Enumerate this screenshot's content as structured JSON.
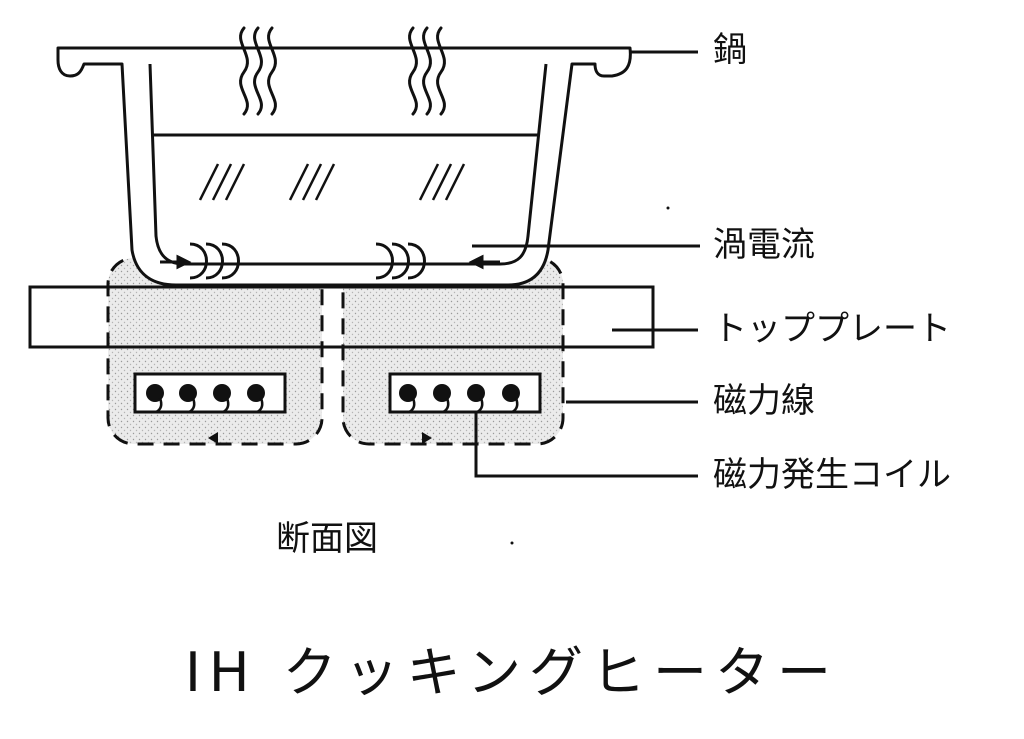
{
  "labels": {
    "pot": "鍋",
    "eddy_current": "渦電流",
    "top_plate": "トッププレート",
    "magnetic_lines": "磁力線",
    "coil": "磁力発生コイル"
  },
  "caption": "断面図",
  "title": "IH クッキングヒーター",
  "colors": {
    "line": "#111111",
    "field_fill": "#e4e4e4",
    "background": "#ffffff"
  },
  "icons": [
    "steam-icon",
    "water-hatch-icon",
    "eddy-current-icon",
    "coil-turn-icon",
    "arrow-icon"
  ]
}
